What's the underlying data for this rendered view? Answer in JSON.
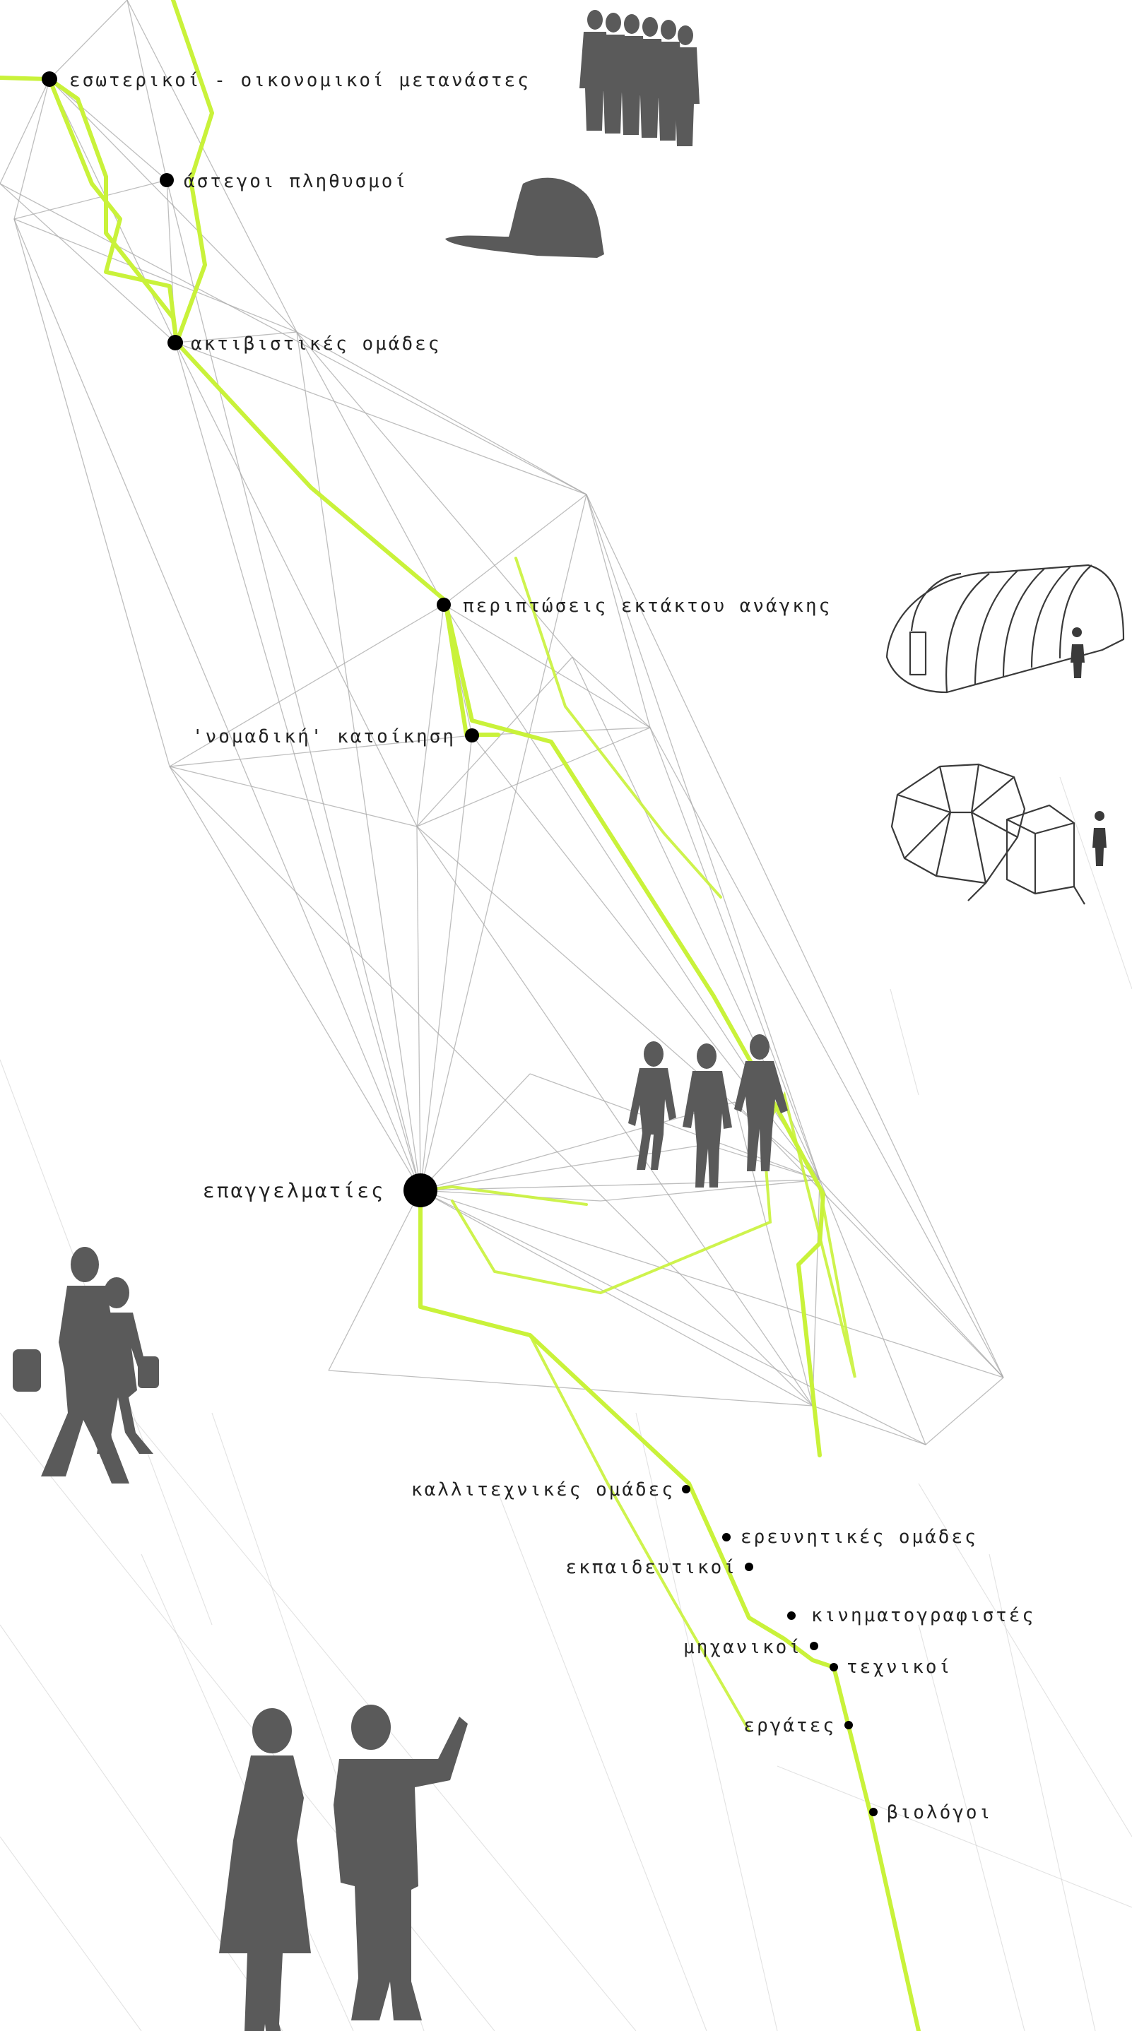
{
  "colors": {
    "route": "#c9f23a",
    "network": "#a8a8a8",
    "node": "#000000",
    "silhouette": "#5a5a5a",
    "background": "#ffffff"
  },
  "labels": {
    "internal_migrants": "εσωτερικοί - οικονομικοί μετανάστες",
    "homeless": "άστεγοι πληθυσμοί",
    "activists": "ακτιβιστικές ομάδες",
    "emergencies": "περιπτώσεις εκτάκτου ανάγκης",
    "nomadic": "'νομαδική' κατοίκηση",
    "professionals": "επαγγελματίες",
    "artists": "καλλιτεχνικές ομάδες",
    "researchers": "ερευνητικές ομάδες",
    "educators": "εκπαιδευτικοί",
    "filmmakers": "κινηματογραφιστές",
    "engineers": "μηχανικοί",
    "technicians": "τεχνικοί",
    "workers": "εργάτες",
    "biologists": "βιολόγοι"
  },
  "icons": [
    "row-of-people-silhouette-icon",
    "sitting-homeless-person-icon",
    "tunnel-tent-icon",
    "dome-tent-icon",
    "three-walking-people-icon",
    "couple-walking-with-bags-icon",
    "two-people-pointing-icon"
  ]
}
